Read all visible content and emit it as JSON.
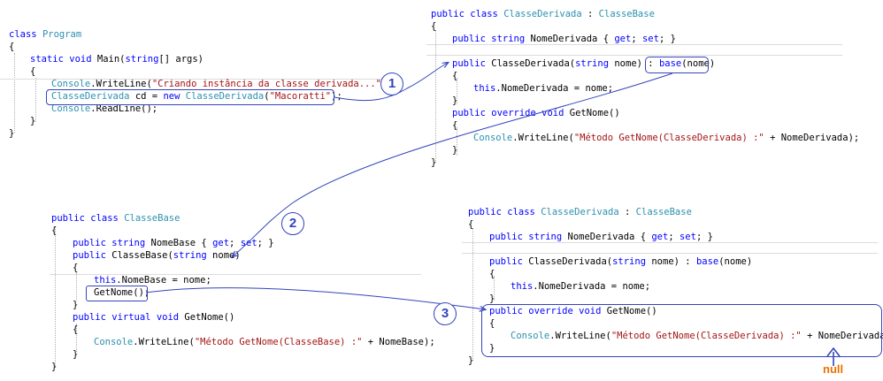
{
  "program": {
    "line1_kw": "class",
    "line1_type": "Program",
    "line2": "{",
    "line3_kw": "static void",
    "line3_name": "Main(",
    "line3_kw2": "string",
    "line3_rest": "[] args)",
    "line4": "{",
    "line5_type": "Console",
    "line5_call": ".WriteLine(",
    "line5_str": "\"Criando instância da classe derivada...\"",
    "line5_end": ");",
    "line6_type": "ClasseDerivada",
    "line6_mid": " cd = ",
    "line6_kw": "new",
    "line6_type2": "ClasseDerivada",
    "line6_str": "\"Macoratti\"",
    "line6_end": ");",
    "line7_type": "Console",
    "line7_rest": ".ReadLine();",
    "line8": "}",
    "line9": "}"
  },
  "derived_top": {
    "l1_kw": "public class",
    "l1_type": "ClasseDerivada",
    "l1_colon": " : ",
    "l1_base": "ClasseBase",
    "l2": "{",
    "l3_kw": "public",
    "l3_kw2": "string",
    "l3_rest": " NomeDerivada { ",
    "l3_get": "get",
    "l3_semi": "; ",
    "l3_set": "set",
    "l3_end": "; }",
    "l4_kw": "public",
    "l4_name": " ClasseDerivada(",
    "l4_kw2": "string",
    "l4_param": " nome) : ",
    "l4_base": "base",
    "l4_arg": "(nome)",
    "l5": "{",
    "l6_kw": "this",
    "l6_rest": ".NomeDerivada = nome;",
    "l7": "}",
    "l8_kw": "public override void",
    "l8_rest": " GetNome()",
    "l9": "{",
    "l10_type": "Console",
    "l10_call": ".WriteLine(",
    "l10_str": "\"Método GetNome(ClasseDerivada) :\"",
    "l10_rest": " + NomeDerivada);",
    "l11": "}",
    "l12": "}"
  },
  "base_class": {
    "l1_kw": "public class",
    "l1_type": "ClasseBase",
    "l2": "{",
    "l3_kw": "public",
    "l3_kw2": "string",
    "l3_rest": " NomeBase { ",
    "l3_get": "get",
    "l3_semi": "; ",
    "l3_set": "set",
    "l3_end": "; }",
    "l4_kw": "public",
    "l4_name": " ClasseBase(",
    "l4_kw2": "string",
    "l4_rest": " nome)",
    "l5": "{",
    "l6_kw": "this",
    "l6_rest": ".NomeBase = nome;",
    "l7": "GetNome();",
    "l8": "}",
    "l9_kw": "public virtual void",
    "l9_rest": " GetNome()",
    "l10": "{",
    "l11_type": "Console",
    "l11_call": ".WriteLine(",
    "l11_str": "\"Método GetNome(ClasseBase) :\"",
    "l11_rest": " + NomeBase);",
    "l12": "}",
    "l13": "}"
  },
  "derived_bottom": {
    "l1_kw": "public class",
    "l1_type": "ClasseDerivada",
    "l1_colon": " : ",
    "l1_base": "ClasseBase",
    "l2": "{",
    "l3_kw": "public",
    "l3_kw2": "string",
    "l3_rest": " NomeDerivada { ",
    "l3_get": "get",
    "l3_semi": "; ",
    "l3_set": "set",
    "l3_end": "; }",
    "l4_kw": "public",
    "l4_name": " ClasseDerivada(",
    "l4_kw2": "string",
    "l4_param": " nome) : ",
    "l4_base": "base",
    "l4_arg": "(nome)",
    "l5": "{",
    "l6_kw": "this",
    "l6_rest": ".NomeDerivada = nome;",
    "l7": "}",
    "l8_kw": "public override void",
    "l8_rest": " GetNome()",
    "l9": "{",
    "l10_type": "Console",
    "l10_call": ".WriteLine(",
    "l10_str": "\"Método GetNome(ClasseDerivada) :\"",
    "l10_rest": " + NomeDerivada);",
    "l11": "}",
    "l12": "}"
  },
  "badges": {
    "step1": "1",
    "step2": "2",
    "step3": "3"
  },
  "null_label": "null",
  "colors": {
    "keyword": "#0000ff",
    "type": "#2b91af",
    "string": "#a31515",
    "annotation": "#3344bb",
    "null": "#e87200"
  }
}
